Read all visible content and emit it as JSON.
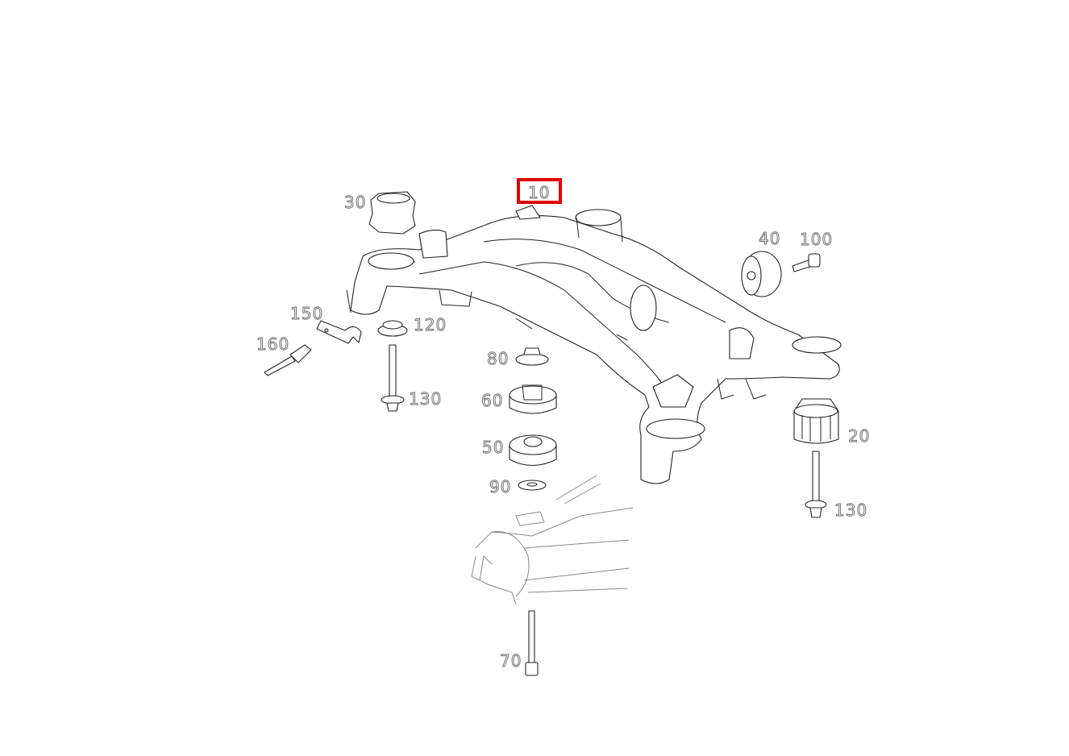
{
  "diagram": {
    "highlighted_part": "10",
    "highlight_color": "#e00000",
    "parts": [
      {
        "id": "p10",
        "label": "10"
      },
      {
        "id": "p30",
        "label": "30"
      },
      {
        "id": "p40",
        "label": "40"
      },
      {
        "id": "p100",
        "label": "100"
      },
      {
        "id": "p150",
        "label": "150"
      },
      {
        "id": "p120",
        "label": "120"
      },
      {
        "id": "p160",
        "label": "160"
      },
      {
        "id": "p80",
        "label": "80"
      },
      {
        "id": "p130a",
        "label": "130"
      },
      {
        "id": "p60",
        "label": "60"
      },
      {
        "id": "p50",
        "label": "50"
      },
      {
        "id": "p90",
        "label": "90"
      },
      {
        "id": "p20",
        "label": "20"
      },
      {
        "id": "p130b",
        "label": "130"
      },
      {
        "id": "p70",
        "label": "70"
      }
    ]
  }
}
